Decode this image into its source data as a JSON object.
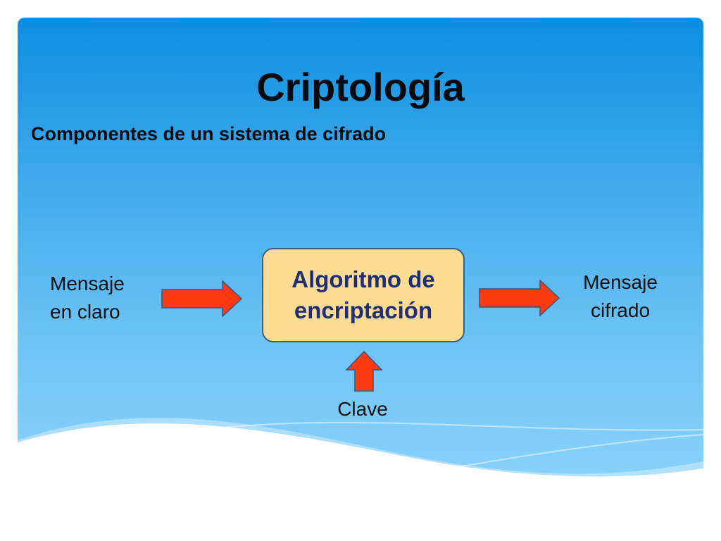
{
  "slide": {
    "title": "Criptología",
    "subtitle": "Componentes de un sistema de cifrado"
  },
  "diagram": {
    "input_label_line1": "Mensaje",
    "input_label_line2": "en claro",
    "process_label_line1": "Algoritmo de",
    "process_label_line2": "encriptación",
    "output_label_line1": "Mensaje",
    "output_label_line2": "cifrado",
    "key_label": "Clave"
  },
  "colors": {
    "arrow_fill": "#ff3a10",
    "arrow_stroke": "#2f5b85",
    "box_fill": "#fbdc90",
    "box_text": "#1f2e78"
  }
}
